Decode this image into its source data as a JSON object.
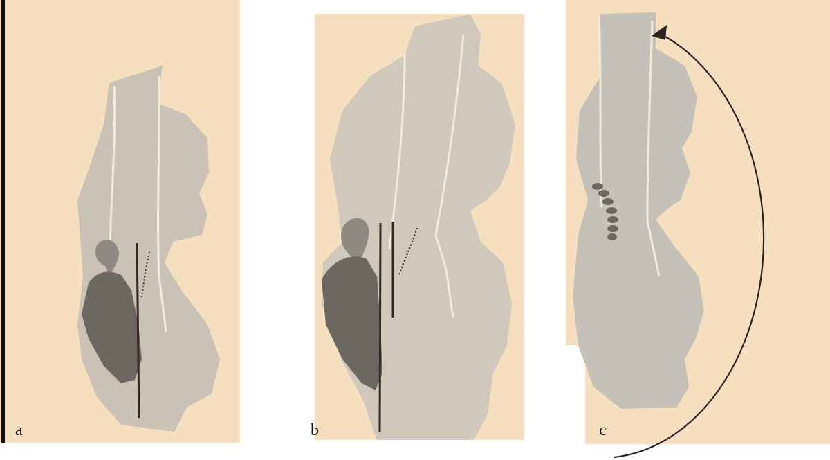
{
  "figure": {
    "panels": [
      {
        "id": "a",
        "label": "a",
        "description_icon": "body-silhouette-dark-lung-one-rod"
      },
      {
        "id": "b",
        "label": "b",
        "description_icon": "body-silhouette-dark-lung-two-rods"
      },
      {
        "id": "c",
        "label": "c",
        "description_icon": "body-silhouette-rotation-arrow"
      }
    ]
  },
  "colors": {
    "paper": "#f5dfbf",
    "silhouette": "#c9c2b5",
    "silhouette_b": "#cfc8bb",
    "silhouette_c": "#c6c1b8",
    "dark_organ": "#6d6762",
    "organ_top": "#8f8984",
    "rod": "#3a2622",
    "arrow": "#2b2323",
    "airway": "#f3ead9"
  }
}
